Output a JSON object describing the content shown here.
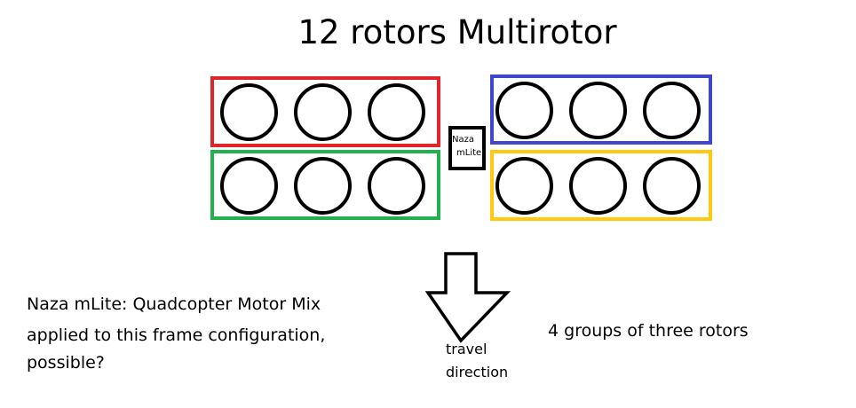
{
  "title": "12  rotors Multirotor",
  "groups": {
    "front_left": {
      "color": "#e1262b"
    },
    "rear_left": {
      "color": "#22b14c"
    },
    "front_right": {
      "color": "#3f48cc"
    },
    "rear_right": {
      "color": "#ffc90e"
    }
  },
  "controller": {
    "line1": "Naza",
    "line2": "mLite"
  },
  "question": {
    "line1": "Naza mLite: Quadcopter  Motor Mix",
    "line2": "applied to this frame configuration,",
    "line3": "possible?"
  },
  "travel": {
    "line1": "travel",
    "line2": "direction"
  },
  "note": "4 groups of three rotors"
}
